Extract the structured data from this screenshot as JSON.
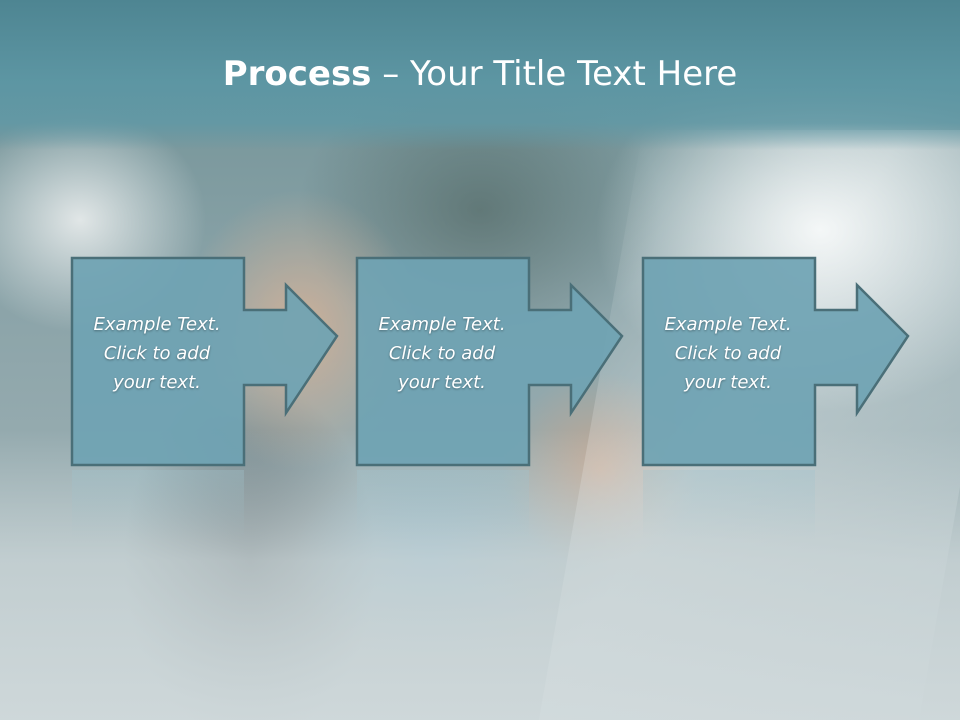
{
  "slide": {
    "title_bold": "Process",
    "title_rest": " – Your Title Text Here"
  },
  "steps": [
    {
      "line1": "Example Text.",
      "line2": "Click  to add",
      "line3": "your text."
    },
    {
      "line1": "Example Text.",
      "line2": "Click  to add",
      "line3": "your text."
    },
    {
      "line1": "Example Text.",
      "line2": "Click  to add",
      "line3": "your text."
    }
  ],
  "colors": {
    "title_band": "#5d96a3",
    "box_fill": "#6fa3b3",
    "box_border": "#4a6f78",
    "text": "#ffffff"
  }
}
